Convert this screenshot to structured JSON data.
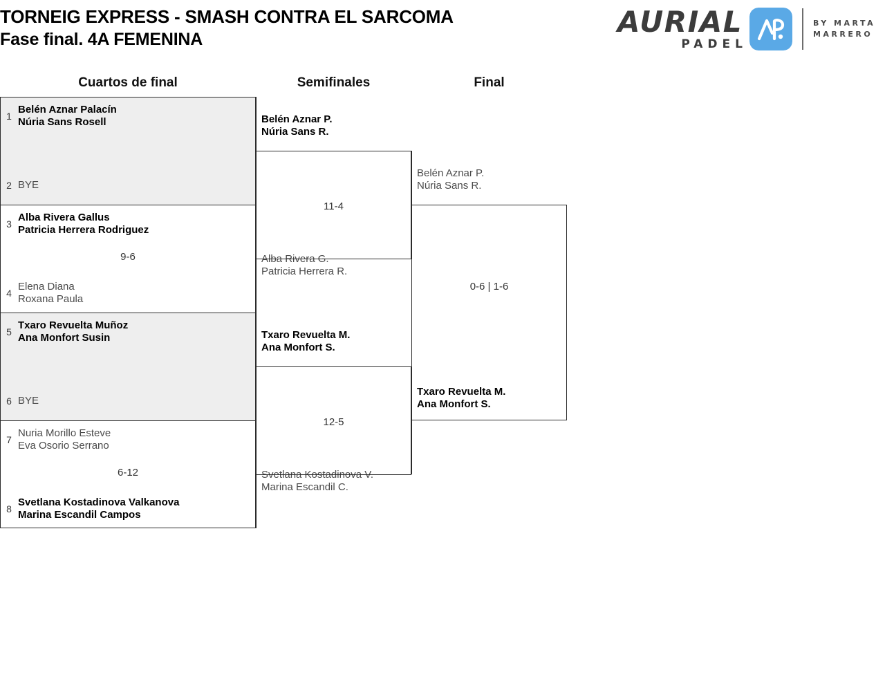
{
  "header": {
    "title_line1": "TORNEIG EXPRESS - SMASH CONTRA EL SARCOMA",
    "title_line2": "Fase final. 4A FEMENINA"
  },
  "logo": {
    "wordmark": "AURIAL",
    "subword": "PADEL",
    "byline_line1": "BY MARTA",
    "byline_line2": "MARRERO",
    "mark_text": "AP",
    "accent_color": "#5aa9e6",
    "text_color": "#3c3c3c"
  },
  "colors": {
    "shaded_row": "#eeeeee",
    "line": "#2b2b2b",
    "text": "#222222"
  },
  "rounds": [
    {
      "label": "Cuartos de final"
    },
    {
      "label": "Semifinales"
    },
    {
      "label": "Final"
    }
  ],
  "quarterfinals": [
    {
      "score": "",
      "shaded": true,
      "top": {
        "seed": "1",
        "player1": "Belén Aznar Palacín",
        "player2": "Núria Sans Rosell",
        "winner": true
      },
      "bottom": {
        "seed": "2",
        "player1": "BYE",
        "player2": "",
        "winner": false,
        "bye": true
      }
    },
    {
      "score": "9-6",
      "shaded": false,
      "top": {
        "seed": "3",
        "player1": "Alba Rivera Gallus",
        "player2": "Patricia Herrera Rodriguez",
        "winner": true
      },
      "bottom": {
        "seed": "4",
        "player1": "Elena Diana",
        "player2": "Roxana Paula",
        "winner": false
      }
    },
    {
      "score": "",
      "shaded": true,
      "top": {
        "seed": "5",
        "player1": "Txaro Revuelta Muñoz",
        "player2": "Ana Monfort Susin",
        "winner": true
      },
      "bottom": {
        "seed": "6",
        "player1": "BYE",
        "player2": "",
        "winner": false,
        "bye": true
      }
    },
    {
      "score": "6-12",
      "shaded": false,
      "top": {
        "seed": "7",
        "player1": "Nuria Morillo Esteve",
        "player2": "Eva Osorio Serrano",
        "winner": false
      },
      "bottom": {
        "seed": "8",
        "player1": "Svetlana Kostadinova Valkanova",
        "player2": "Marina Escandil Campos",
        "winner": true
      }
    }
  ],
  "semifinals": [
    {
      "score": "11-4",
      "top": {
        "player1": "Belén Aznar P.",
        "player2": "Núria Sans R.",
        "winner": true
      },
      "bottom": {
        "player1": "Alba Rivera G.",
        "player2": "Patricia Herrera R.",
        "winner": false
      }
    },
    {
      "score": "12-5",
      "top": {
        "player1": "Txaro Revuelta M.",
        "player2": "Ana Monfort S.",
        "winner": true
      },
      "bottom": {
        "player1": "Svetlana Kostadinova V.",
        "player2": "Marina Escandil C.",
        "winner": false
      }
    }
  ],
  "final": [
    {
      "score": "0-6 | 1-6",
      "top": {
        "player1": "Belén Aznar P.",
        "player2": "Núria Sans R.",
        "winner": false
      },
      "bottom": {
        "player1": "Txaro Revuelta M.",
        "player2": "Ana Monfort S.",
        "winner": true
      }
    }
  ]
}
